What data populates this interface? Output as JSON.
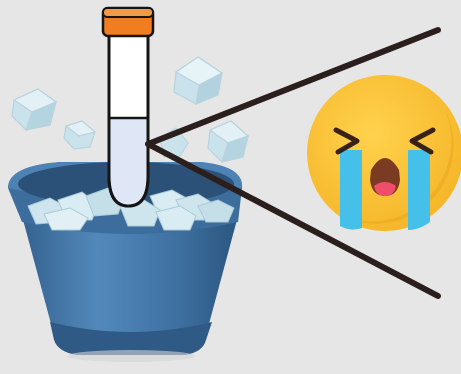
{
  "scene": {
    "background": "#e6e6e6",
    "objects": [
      "ice-bucket",
      "ice-cubes",
      "test-tube",
      "crying-face-emoji",
      "magnification-lines"
    ]
  },
  "colors": {
    "bucket_light": "#4f86b8",
    "bucket_mid": "#3d6f9f",
    "bucket_dark": "#2f5a84",
    "ice": "#cfe5ee",
    "tube_cap": "#f07d1f",
    "tube_liquid": "#dfe6f5",
    "emoji_face": "#ffc840",
    "emoji_tears": "#45c0e8",
    "emoji_mouth": "#7b3a22",
    "line": "#2a1f1c"
  }
}
